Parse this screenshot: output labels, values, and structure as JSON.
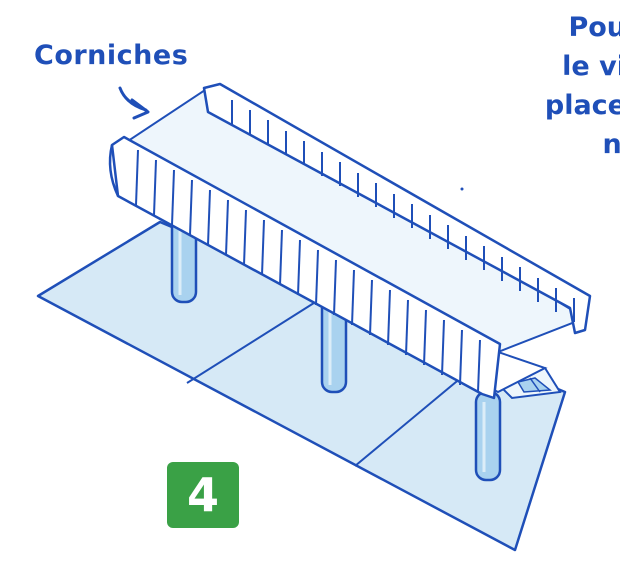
{
  "labels": {
    "corniches": "Corniches"
  },
  "side_text_lines": [
    "Pou",
    "le vi",
    "place",
    "ne"
  ],
  "step_number": "4",
  "colors": {
    "line": "#1f4fb8",
    "ground": "#d6e9f6",
    "pillar": "#a9d2ef",
    "deck": "#eef6fc",
    "badge": "#3aa146"
  }
}
